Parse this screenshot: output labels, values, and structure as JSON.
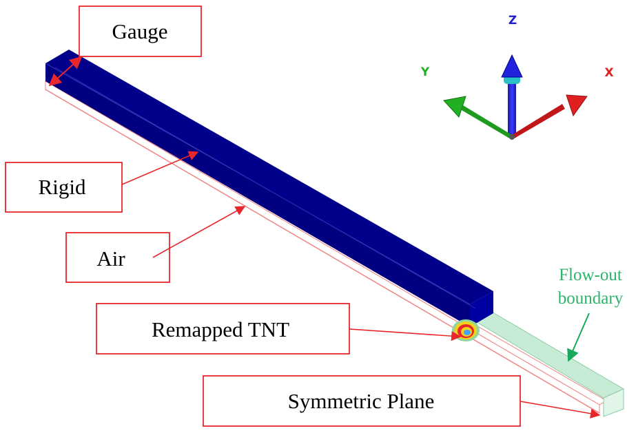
{
  "labels": {
    "gauge": "Gauge",
    "rigid": "Rigid",
    "air": "Air",
    "remapped_tnt": "Remapped TNT",
    "symmetric_plane": "Symmetric Plane",
    "flow_out_line1": "Flow-out",
    "flow_out_line2": "boundary"
  },
  "axes": {
    "x": "X",
    "y": "Y",
    "z": "Z"
  },
  "colors": {
    "callout_border": "#e8262b",
    "arrow": "#e8262b",
    "rigid_block": "#00008b",
    "air_outline": "#f08080",
    "flow_out": "#c7ebd5",
    "flow_out_text": "#2db36a",
    "axis_x": "#e02020",
    "axis_y": "#22b022",
    "axis_z": "#2020d0"
  }
}
